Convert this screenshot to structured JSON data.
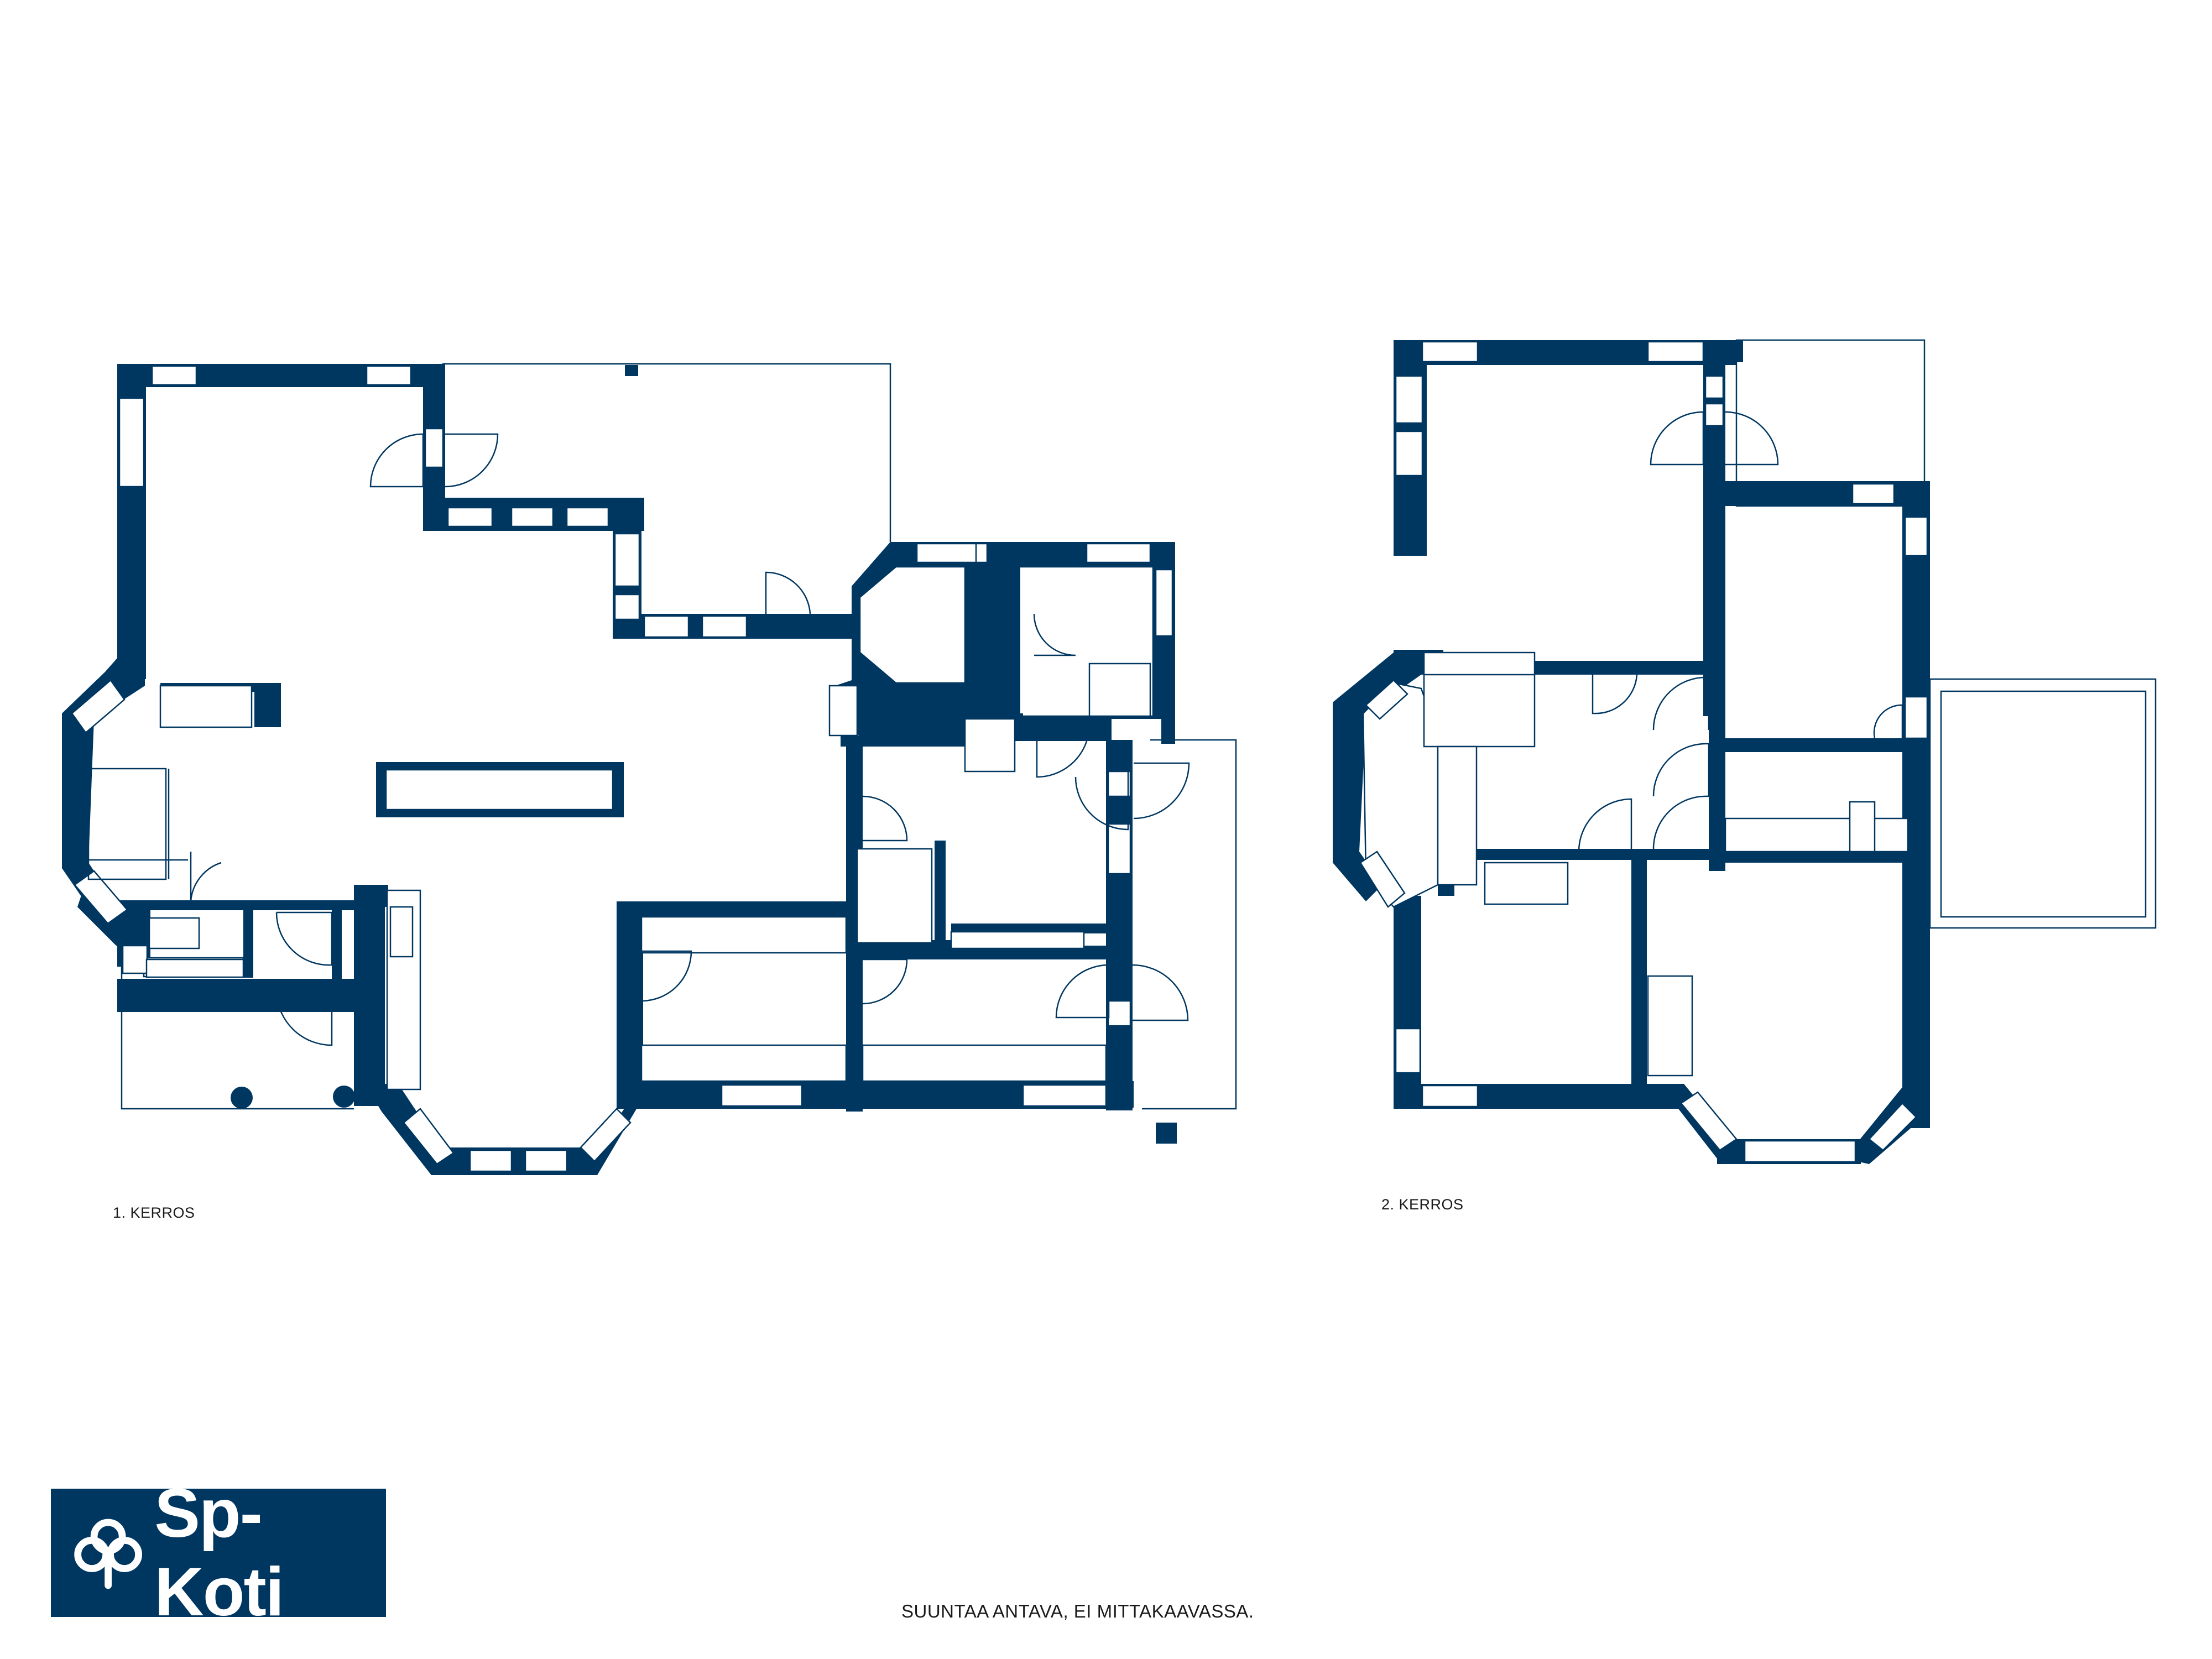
{
  "floors": [
    {
      "label": "1. KERROS"
    },
    {
      "label": "2. KERROS"
    }
  ],
  "disclaimer": "SUUNTAA ANTAVA, EI MITTAKAAVASSA.",
  "brand": {
    "name": "Sp-Koti",
    "logo_icon": "clover-icon",
    "color": "#003761"
  }
}
